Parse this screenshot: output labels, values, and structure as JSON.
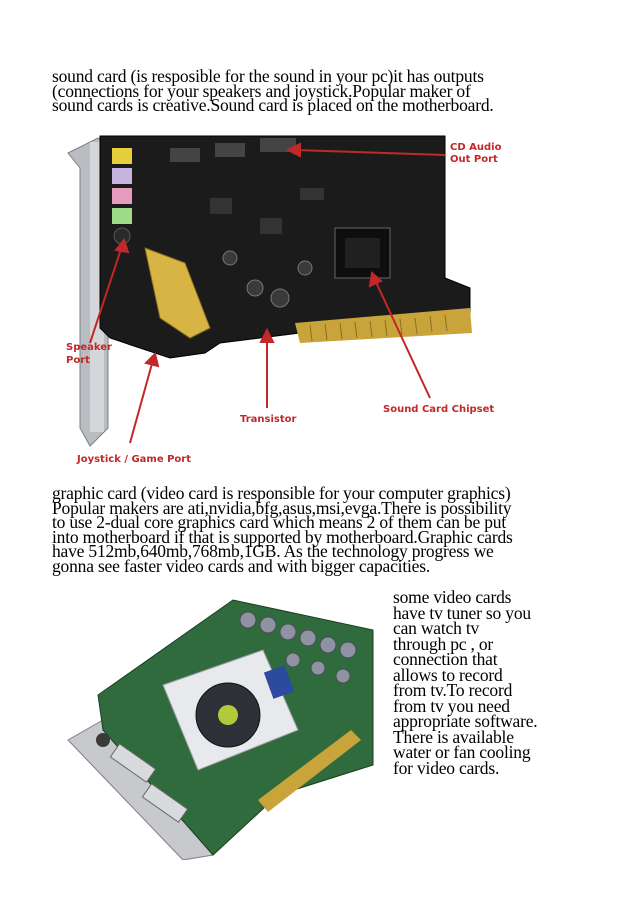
{
  "paragraph1": [
    "sound card (is resposible for the sound in your pc)it has outputs",
    "(connections for your speakers and joystick.Popular maker of",
    "sound cards is creative.Sound card is placed on the motherboard."
  ],
  "sound_card_labels": {
    "cd_audio_1": "CD Audio",
    "cd_audio_2": "Out Port",
    "speaker_1": "Speaker",
    "speaker_2": "Port",
    "transistor": "Transistor",
    "chipset": "Sound Card Chipset",
    "joystick": "Joystick / Game Port"
  },
  "paragraph2": [
    "graphic card (video card is responsible for your computer graphics)",
    "Popular makers are ati,nvidia,bfg,asus,msi,evga.There is possibility",
    "to use 2-dual core graphics card which means 2 of them can be put",
    "into motherboard if that is supported by motherboard.Graphic cards",
    "have 512mb,640mb,768mb,1GB. As the technology progress we",
    "gonna see faster video cards and with bigger capacities."
  ],
  "paragraph3": [
    "some video cards",
    "have tv tuner so you",
    "can watch tv",
    "through pc , or",
    "connection that",
    "allows to record",
    "from tv.To record",
    "from tv you need",
    "appropriate software.",
    "There is available",
    "water or fan cooling",
    "for video cards."
  ],
  "colors": {
    "label_red": "#c0282a",
    "pcb_black": "#1b1b1b",
    "pcb_green": "#2f6b3c",
    "gold": "#c9a43a"
  }
}
